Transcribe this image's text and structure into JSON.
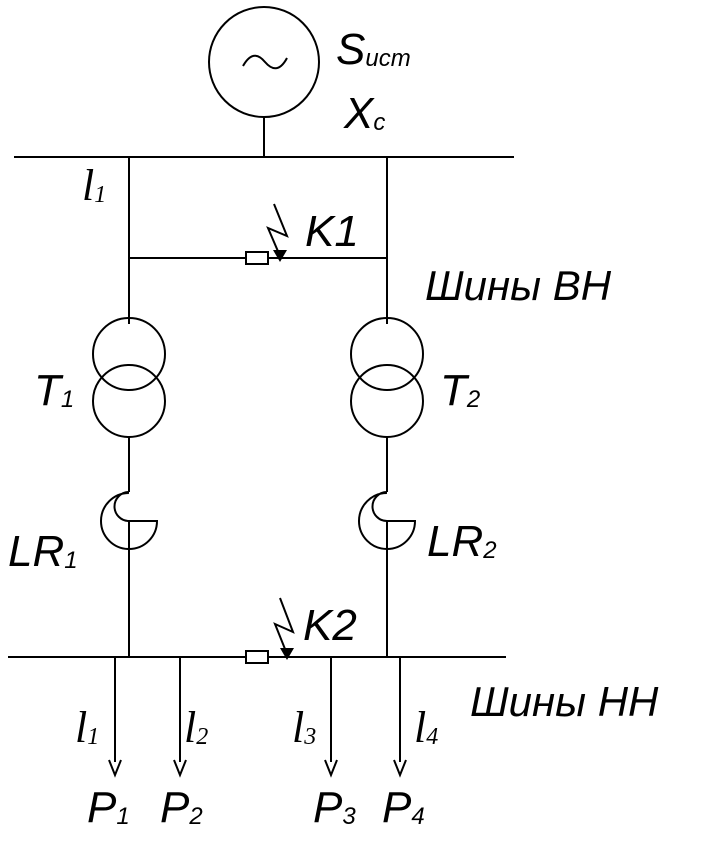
{
  "source": {
    "symbol": "~",
    "s_main": "S",
    "s_sub": "ист",
    "x_main": "X",
    "x_sub": "с"
  },
  "lines_top": {
    "l1_main": "l",
    "l1_sub": "1"
  },
  "faults": {
    "k1": "K1",
    "k2": "K2"
  },
  "buses": {
    "hv": "Шины ВН",
    "lv": "Шины НН"
  },
  "transformers": [
    {
      "main": "T",
      "sub": "1"
    },
    {
      "main": "T",
      "sub": "2"
    }
  ],
  "reactors": [
    {
      "main": "LR",
      "sub": "1"
    },
    {
      "main": "LR",
      "sub": "2"
    }
  ],
  "feeders": [
    {
      "line_main": "l",
      "line_sub": "1",
      "load_main": "P",
      "load_sub": "1"
    },
    {
      "line_main": "l",
      "line_sub": "2",
      "load_main": "P",
      "load_sub": "2"
    },
    {
      "line_main": "l",
      "line_sub": "3",
      "load_main": "P",
      "load_sub": "3"
    },
    {
      "line_main": "l",
      "line_sub": "4",
      "load_main": "P",
      "load_sub": "4"
    }
  ]
}
